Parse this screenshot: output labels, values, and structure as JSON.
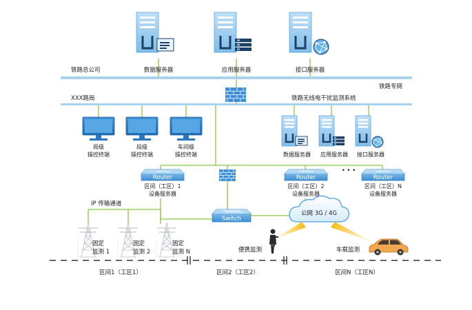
{
  "labels": {
    "hq": "铁路总公司",
    "bureau": "XXX路局",
    "private_net": "铁路专网",
    "system": "铁路无线电干扰监测系统",
    "ip_channel": "IP 传输通道",
    "public_net": "公网 3G / 4G",
    "switch": "Switch",
    "router": "Router",
    "dots": "• • •",
    "portable": "便携监测",
    "vehicle": "车载监测"
  },
  "top_servers": [
    "数据服务器",
    "应用服务器",
    "接口服务器"
  ],
  "mid_servers": [
    "数据服务器",
    "应用服务器",
    "接口服务器"
  ],
  "terminals": [
    {
      "line1": "局级",
      "line2": "操控终端"
    },
    {
      "line1": "段级",
      "line2": "操控终端"
    },
    {
      "line1": "车间级",
      "line2": "操控终端"
    }
  ],
  "routers": [
    {
      "line1": "区间（工区）1",
      "line2": "设备服务器"
    },
    {
      "line1": "区间（工区）2",
      "line2": "设备服务器"
    },
    {
      "line1": "区间（工区）N",
      "line2": "设备服务器"
    }
  ],
  "towers": [
    {
      "line1": "固定",
      "line2": "监测 1"
    },
    {
      "line1": "固定",
      "line2": "监测 2"
    },
    {
      "line1": "固定",
      "line2": "监测 N"
    }
  ],
  "sections": [
    "区间1（工区1）",
    "区间2（工区2）",
    "区间N（工区N）"
  ],
  "colors": {
    "line": "#8cc63f",
    "bus": "#a9d2ef",
    "server": "#8fc8ee",
    "router": "#6aaee0",
    "firewall": "#3f8fd4",
    "car": "#f0a850"
  }
}
